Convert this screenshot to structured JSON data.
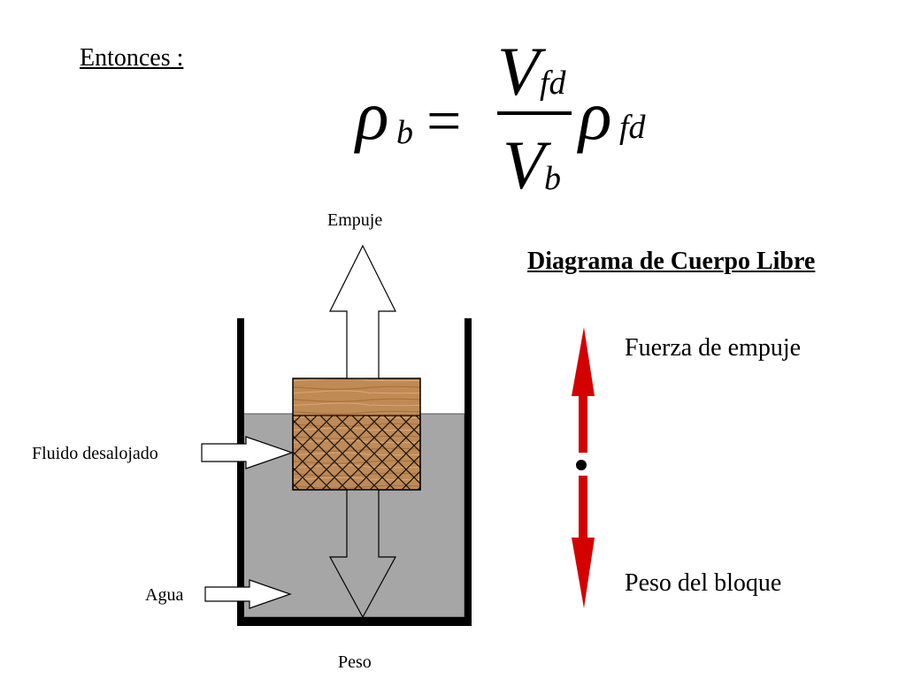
{
  "heading": "Entonces :",
  "formula": {
    "lhs_symbol": "ρ",
    "lhs_sub": "b",
    "equals": "=",
    "num_symbol": "V",
    "num_sub": "fd",
    "den_symbol": "V",
    "den_sub": "b",
    "rhs_symbol": "ρ",
    "rhs_sub": "fd"
  },
  "diagram": {
    "labels": {
      "empuje": "Empuje",
      "fluido": "Fluido desalojado",
      "agua": "Agua",
      "peso": "Peso"
    }
  },
  "free_body": {
    "title": "Diagrama de Cuerpo Libre",
    "force_up": "Fuerza de empuje",
    "force_down": "Peso del bloque"
  },
  "colors": {
    "water": "#a6a6a6",
    "wood": "#c08a55",
    "force_arrow": "#d40000",
    "container": "#000000"
  }
}
